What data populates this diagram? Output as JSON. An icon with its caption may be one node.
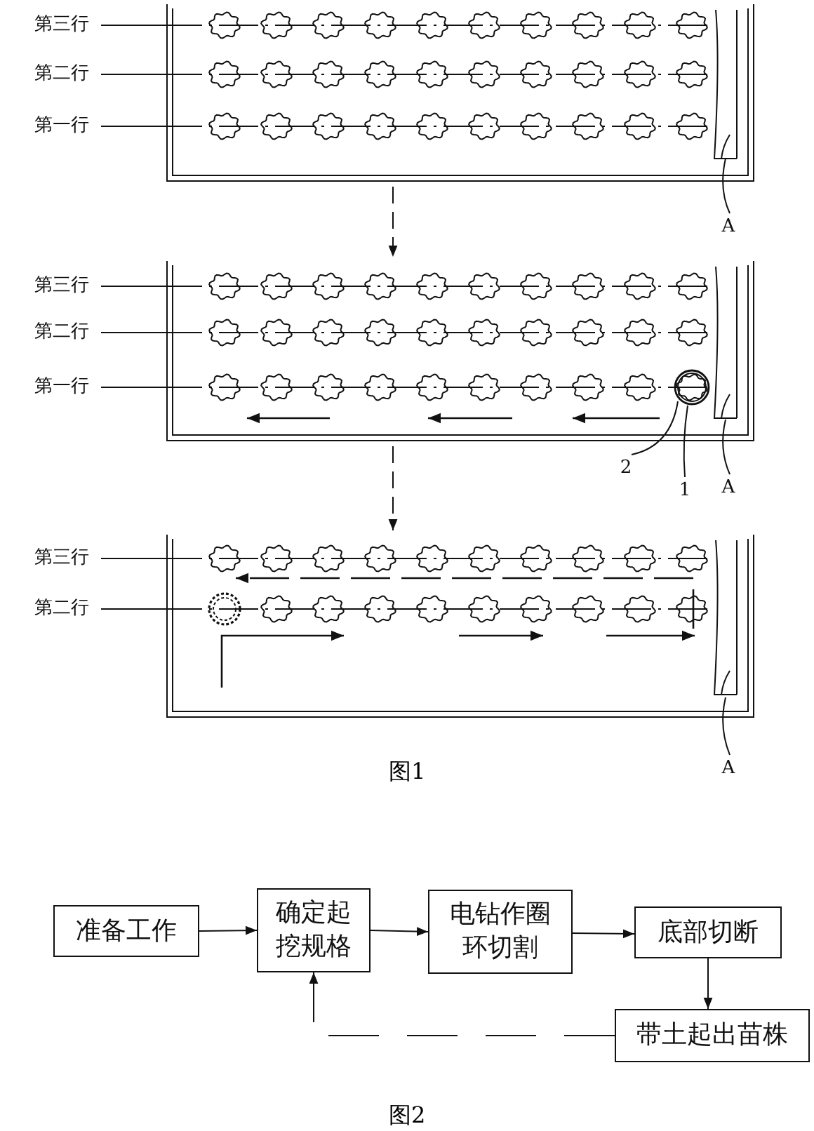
{
  "diagram": {
    "nodes": [
      {
        "text": [],
        "shape": "picture"
      },
      {
        "text": [],
        "shape": "picture"
      },
      {
        "text": [],
        "shape": "picture"
      },
      {
        "text": [
          "第三行"
        ]
      },
      {
        "text": [
          "第二行"
        ]
      },
      {
        "text": [
          "第一行"
        ]
      },
      {
        "text": [
          "A"
        ]
      },
      {
        "text": [
          "第三行"
        ]
      },
      {
        "text": [
          "第二行"
        ]
      },
      {
        "text": [
          "第一行"
        ]
      },
      {
        "text": [
          "2"
        ]
      },
      {
        "text": [
          "1"
        ]
      },
      {
        "text": [
          "A"
        ]
      },
      {
        "text": [
          "第三行"
        ]
      },
      {
        "text": [
          "第二行"
        ]
      },
      {
        "text": [
          "A"
        ]
      },
      {
        "text": [
          "准备工作"
        ]
      },
      {
        "text": [
          "确定起挖规格"
        ]
      },
      {
        "text": [
          "电钻作圈环切割"
        ]
      },
      {
        "text": [
          "底部切断"
        ]
      },
      {
        "text": [
          "带土起出苗株"
        ]
      }
    ],
    "edges": [
      {
        "from": 0,
        "to": 1,
        "arrow": "to",
        "style": "dashed"
      },
      {
        "from": 1,
        "to": 2,
        "arrow": "to",
        "style": "dashed"
      },
      {
        "from": 3,
        "to": 0,
        "arrow": "none"
      },
      {
        "from": 4,
        "to": 0,
        "arrow": "none"
      },
      {
        "from": 5,
        "to": 0,
        "arrow": "none"
      },
      {
        "from": 6,
        "to": 0,
        "arrow": "none"
      },
      {
        "from": 7,
        "to": 1,
        "arrow": "none"
      },
      {
        "from": 8,
        "to": 1,
        "arrow": "none"
      },
      {
        "from": 9,
        "to": 1,
        "arrow": "none"
      },
      {
        "from": 10,
        "to": 1,
        "arrow": "none"
      },
      {
        "from": 11,
        "to": 1,
        "arrow": "none"
      },
      {
        "from": 12,
        "to": 1,
        "arrow": "none"
      },
      {
        "from": 13,
        "to": 2,
        "arrow": "none"
      },
      {
        "from": 14,
        "to": 2,
        "arrow": "none"
      },
      {
        "from": 15,
        "to": 2,
        "arrow": "none"
      },
      {
        "from": 16,
        "to": 17,
        "arrow": "to"
      },
      {
        "from": 17,
        "to": 18,
        "arrow": "to"
      },
      {
        "from": 18,
        "to": 19,
        "arrow": "to"
      },
      {
        "from": 19,
        "to": 20,
        "arrow": "to"
      },
      {
        "from": 20,
        "to": 17,
        "arrow": "to",
        "style": "dashed"
      }
    ],
    "labels": [
      "图1",
      "图2"
    ]
  }
}
